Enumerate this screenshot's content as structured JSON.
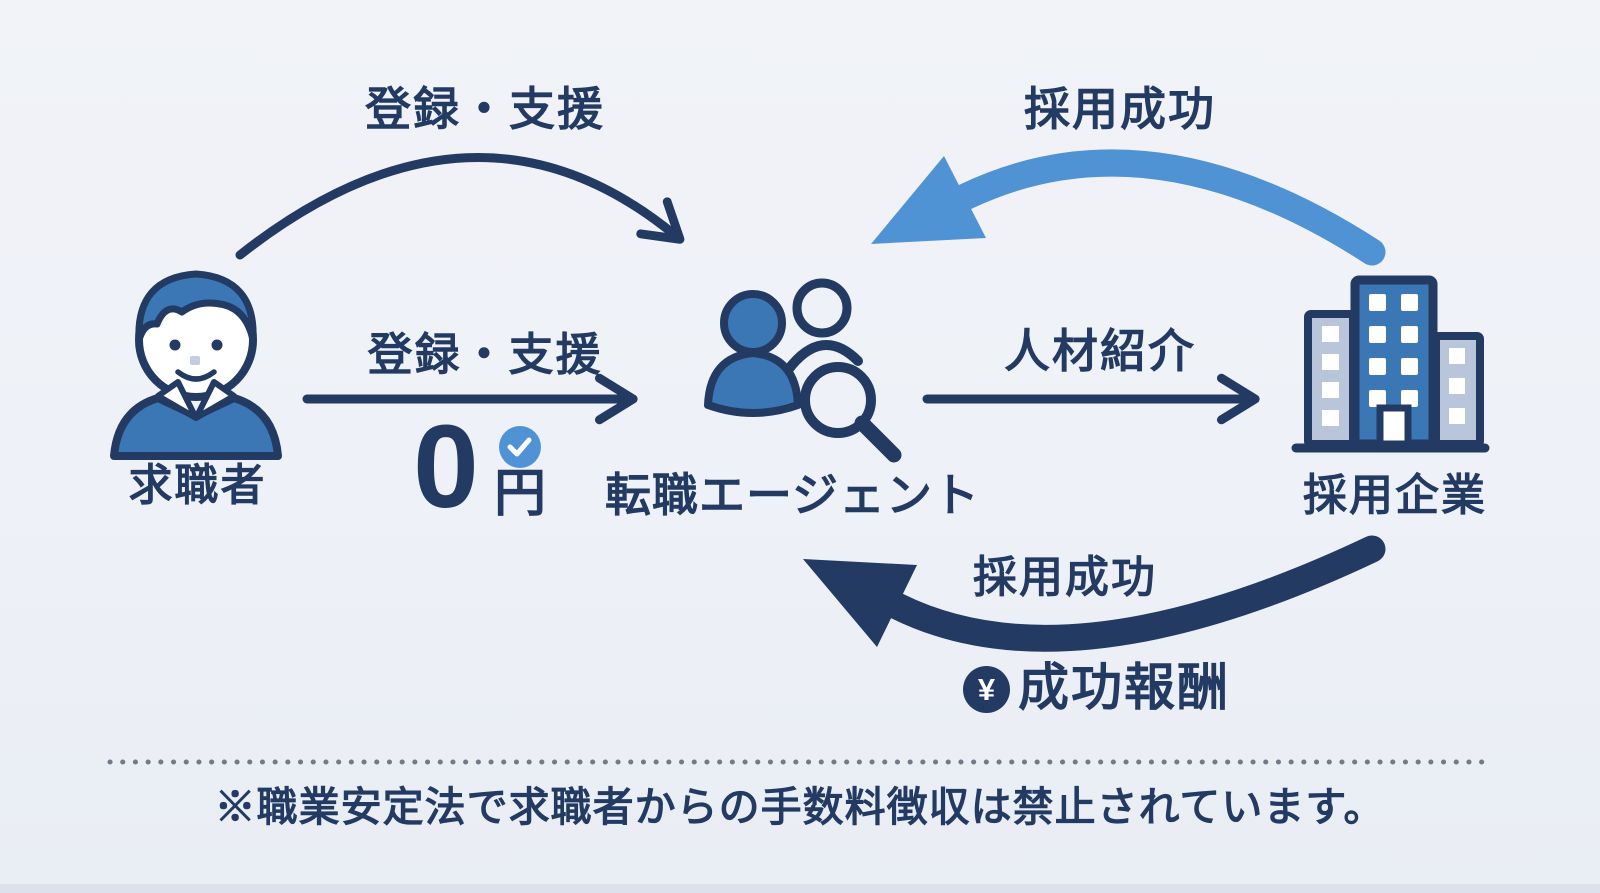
{
  "colors": {
    "navy": "#233b62",
    "actor_blue": "#3b76b5",
    "light_blue": "#4f93d5",
    "light_building": "#b9c5da",
    "background": "#eef1f7",
    "divider_dot": "#707a88"
  },
  "actors": {
    "job_seeker": {
      "label": "求職者"
    },
    "agent": {
      "label": "転職エージェント"
    },
    "company": {
      "label": "採用企業"
    }
  },
  "flows": {
    "register_top": {
      "label": "登録・支援"
    },
    "register_mid": {
      "label": "登録・支援"
    },
    "zero_fee": {
      "amount": "0",
      "unit": "円"
    },
    "referral": {
      "label": "人材紹介"
    },
    "hire_success_top": {
      "label": "採用成功"
    },
    "hire_success_bottom": {
      "label": "採用成功"
    },
    "success_fee": {
      "currency": "¥",
      "label": "成功報酬"
    }
  },
  "icons": {
    "job_seeker": "person-icon",
    "agent": "people-search-icon",
    "company": "office-building-icon",
    "zero_fee_badge": "check-icon",
    "success_fee_badge": "yen-icon"
  },
  "footnote": {
    "text": "※職業安定法で求職者からの手数料徴収は禁止されています。"
  }
}
